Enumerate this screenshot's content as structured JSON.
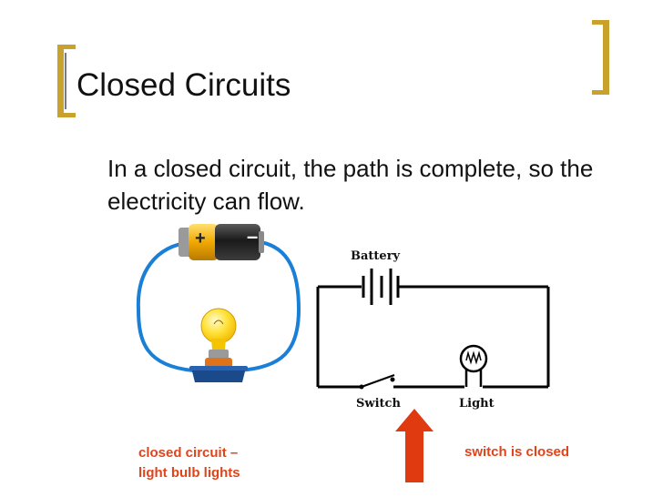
{
  "slide": {
    "title": "Closed Circuits",
    "body": "In a closed circuit, the path is complete, so the electricity can flow."
  },
  "battery_symbols": {
    "plus": "+",
    "minus": "–"
  },
  "schematic": {
    "battery_label": "Battery",
    "switch_label": "Switch",
    "light_label": "Light"
  },
  "captions": {
    "left_line1": "closed circuit –",
    "left_line2": "light bulb lights",
    "right": "switch is closed"
  },
  "colors": {
    "bracket": "#c8a22c",
    "wire": "#1a7fd6",
    "caption": "#e0441a",
    "arrow": "#e03a10"
  }
}
